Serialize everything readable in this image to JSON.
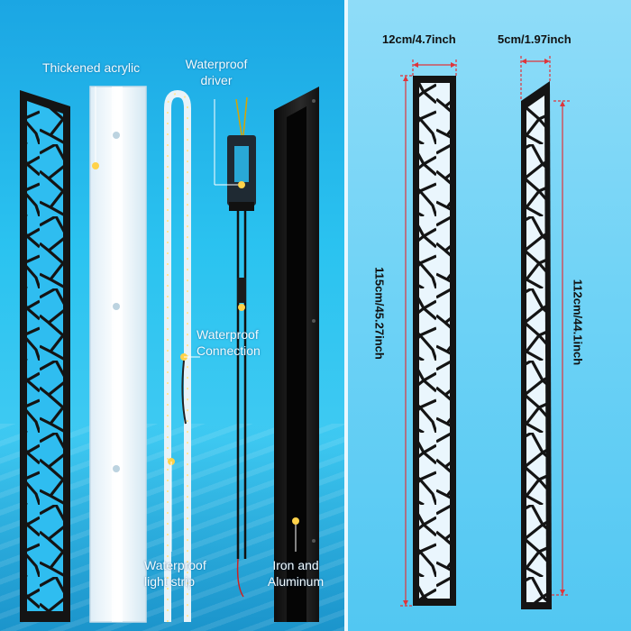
{
  "labels": {
    "acrylic": "Thickened acrylic",
    "driver_line1": "Waterproof",
    "driver_line2": "driver",
    "connection_line1": "Waterproof",
    "connection_line2": "Connection",
    "strip_line1": "Waterproof",
    "strip_line2": "light strip",
    "frame_line1": "Iron and",
    "frame_line2": "Aluminum"
  },
  "dimensions": {
    "large_width": "12cm/4.7inch",
    "small_width": "5cm/1.97inch",
    "large_height": "115cm/45.27inch",
    "small_height": "112cm/44.1inch"
  },
  "colors": {
    "left_bg": "#2bc3f0",
    "right_bg": "#7dd6f7",
    "frame": "#141414",
    "acrylic": "#eef6fb",
    "dimension_line": "#e0343a",
    "led_dot": "#ffd24a"
  }
}
